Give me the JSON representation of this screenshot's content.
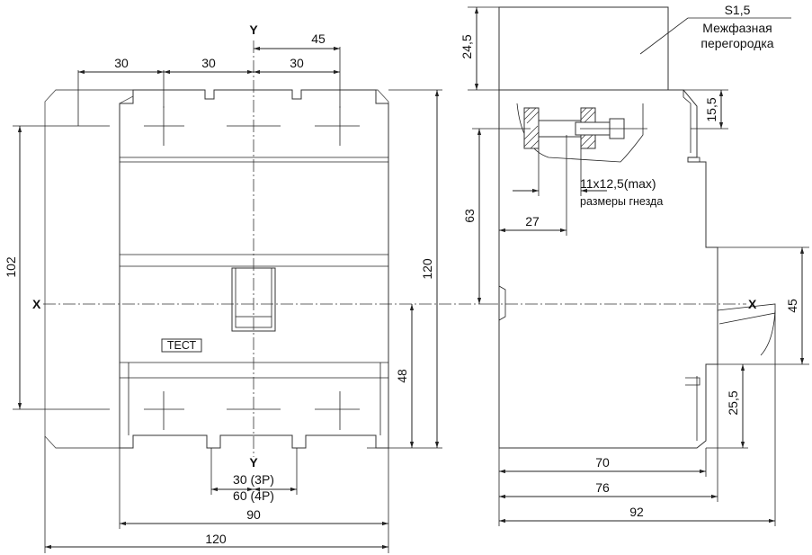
{
  "axes": {
    "y_top": "Y",
    "y_bottom": "Y",
    "x_left": "X",
    "x_right": "X"
  },
  "front_view": {
    "dim_top_45": "45",
    "dim_30_a": "30",
    "dim_30_b": "30",
    "dim_30_c": "30",
    "dim_102": "102",
    "dim_120_height": "120",
    "dim_48": "48",
    "dim_30_3p": "30 (3P)",
    "dim_60_4p": "60 (4P)",
    "dim_90": "90",
    "dim_120_width": "120",
    "test_button": "ТЕСТ"
  },
  "side_view": {
    "dim_24_5": "24,5",
    "partition_code": "S1,5",
    "partition_line1": "Межфазная",
    "partition_line2": "перегородка",
    "dim_15_5": "15,5",
    "dim_63": "63",
    "socket_size": "11x12,5(max)",
    "socket_note": "размеры гнезда",
    "dim_27": "27",
    "dim_45": "45",
    "dim_25_5": "25,5",
    "dim_70": "70",
    "dim_76": "76",
    "dim_92": "92"
  }
}
